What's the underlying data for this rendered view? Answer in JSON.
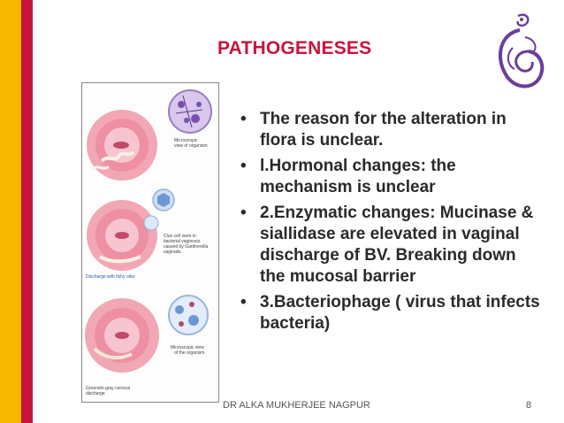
{
  "slide": {
    "title": "PATHOGENESES",
    "bullets": [
      "The reason for the alteration in flora is unclear.",
      "l.Hormonal changes: the mechanism is unclear",
      "2.Enzymatic changes: Mucinase & siallidase are elevated in vaginal discharge of BV. Breaking down the mucosal barrier",
      " 3.Bacteriophage ( virus that infects bacteria)"
    ],
    "bullet_glyph": "•",
    "footer": "DR ALKA MUKHERJEE NAGPUR",
    "page_number": "8"
  },
  "figure": {
    "captions": {
      "micro1": [
        "Microscopic",
        "view of organism"
      ],
      "clue_cell": [
        "Clue cell seen in",
        "bacterial vaginosis",
        "caused by Gardnerella",
        "vaginalis"
      ],
      "discharge": "Discharge with fishy odor",
      "micro2": [
        "Microscopic view",
        "of the organism"
      ],
      "gray_discharge": [
        "Greenish-gray cervical",
        "discharge"
      ]
    }
  },
  "colors": {
    "accent_red": "#c8143c",
    "accent_yellow": "#f8b800",
    "logo_purple": "#6a3d99",
    "text": "#2a2a2a"
  },
  "icons": {
    "logo": "purple-swirl-logo-icon"
  }
}
